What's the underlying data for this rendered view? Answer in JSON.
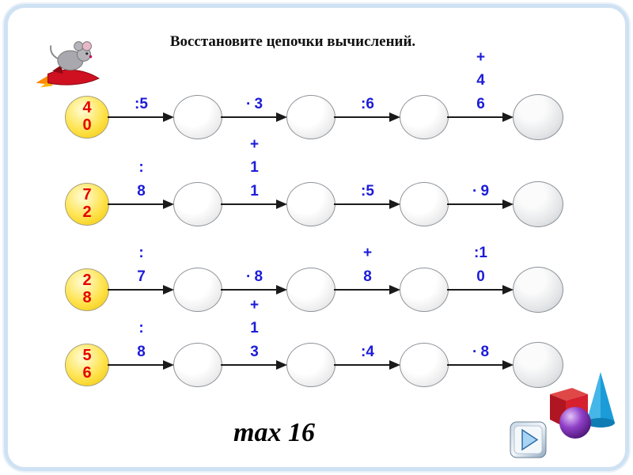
{
  "title": "Восстановите цепочки вычислений.",
  "note": "max 16",
  "chains": [
    {
      "start": "40",
      "ops": [
        ":5",
        "∙ 3",
        ":6",
        "+\n4\n6"
      ]
    },
    {
      "start": "72",
      "ops": [
        ":\n8",
        "+\n1\n1",
        ":5",
        "∙ 9"
      ]
    },
    {
      "start": "28",
      "ops": [
        ":\n7",
        "∙ 8",
        "+\n8",
        ":1\n0"
      ]
    },
    {
      "start": "56",
      "ops": [
        ":\n8",
        "+\n1\n3",
        ":4",
        "∙ 8"
      ]
    }
  ],
  "colors": {
    "operation_text": "#1c1cd8",
    "start_number_text": "#e60000",
    "start_circle_fill": "#ffe34d",
    "frame_border": "#cfe2f3"
  },
  "icons": {
    "mouse_rocket": "mouse-riding-rocket-clipart",
    "shapes_3d": "cube-cone-sphere-clipart",
    "next_button": "play-triangle"
  }
}
